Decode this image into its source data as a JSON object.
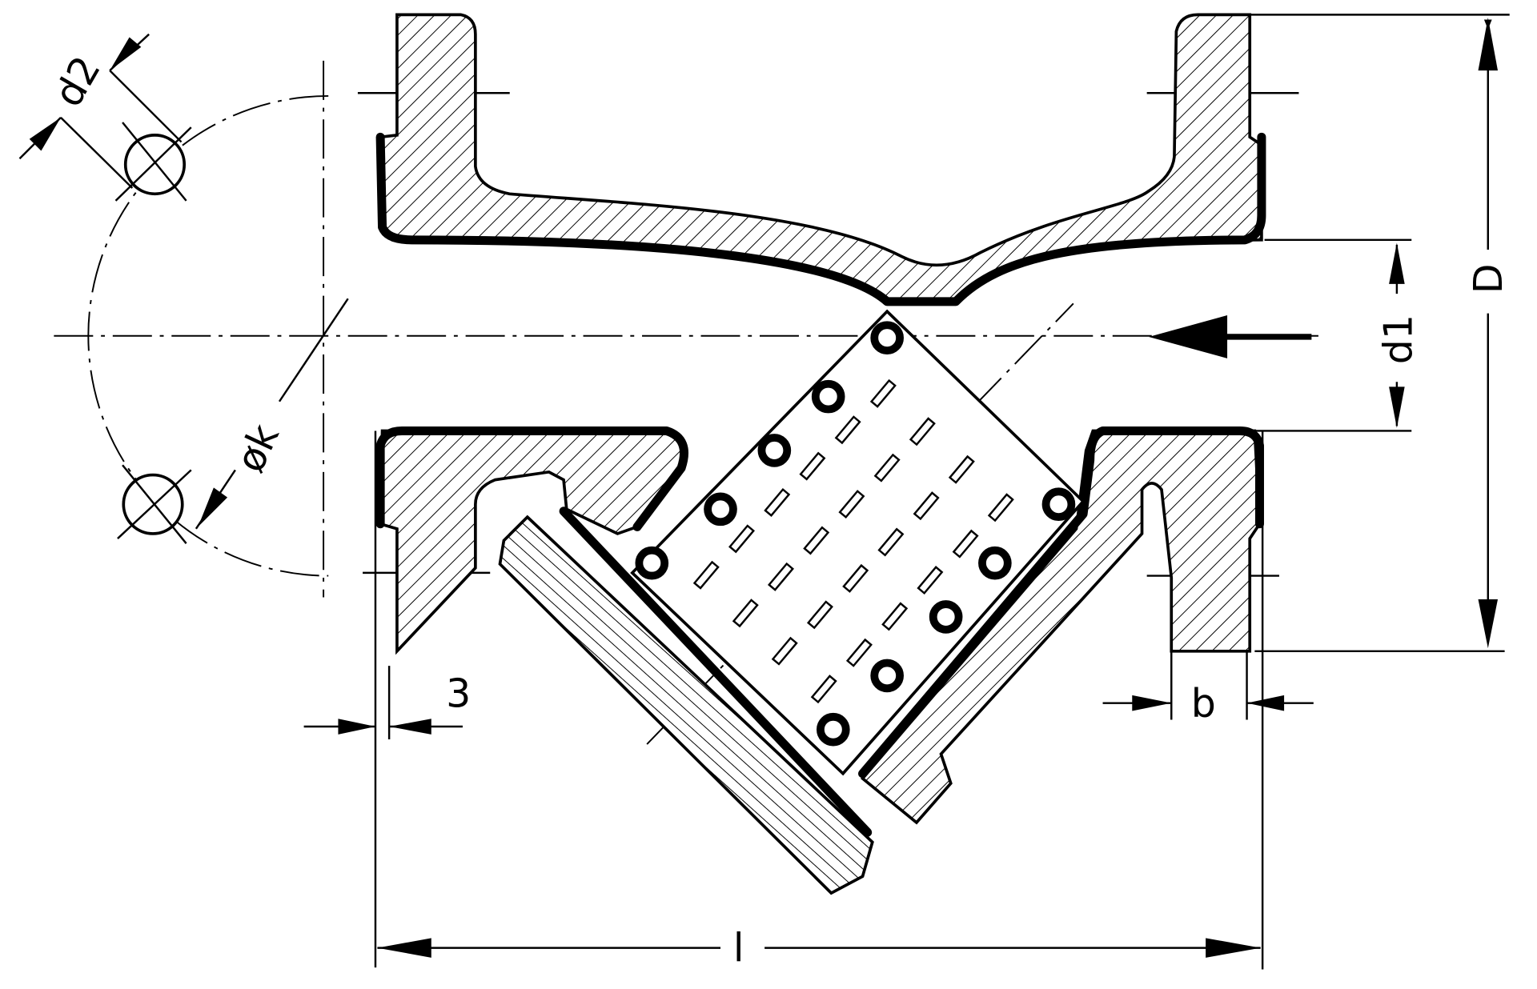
{
  "drawing": {
    "title": "Y-strainer flanged body sectional drawing",
    "labels": {
      "bolt_hole_diameter": "d2",
      "bolt_circle_diameter": "øk",
      "nominal_bore": "d1",
      "flange_diameter": "D",
      "gasket_offset": "3",
      "flange_thickness": "b",
      "face_to_face_length": "l"
    },
    "colors": {
      "ink": "#000000",
      "paper": "#ffffff"
    }
  }
}
